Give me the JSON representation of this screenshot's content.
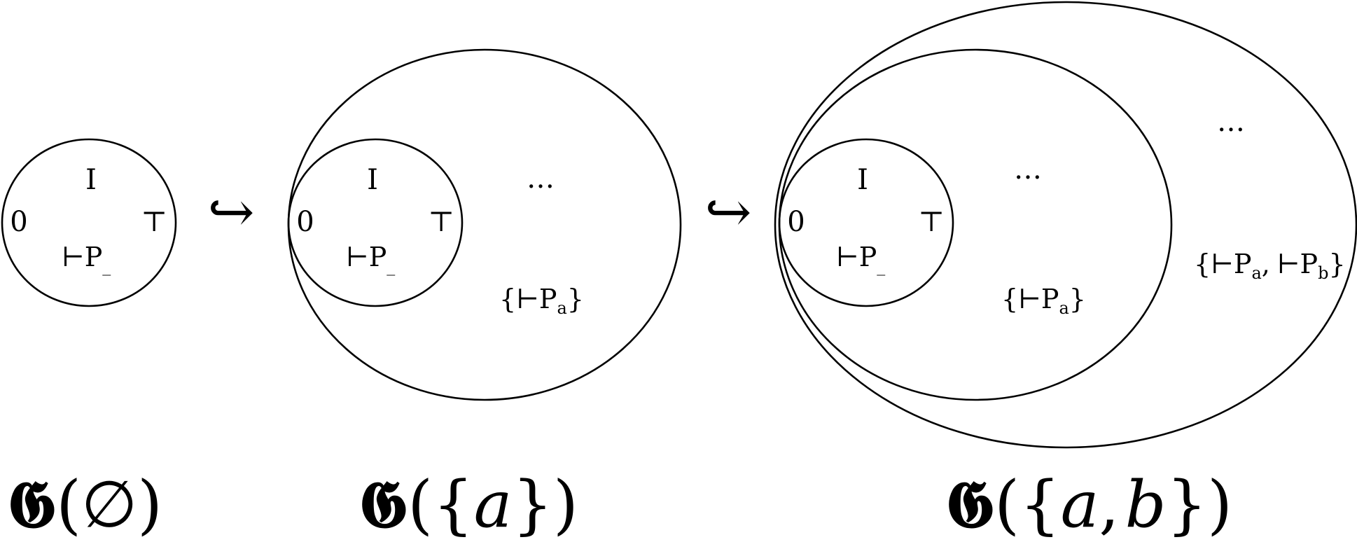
{
  "set_elements": {
    "one": "I",
    "zero": "0",
    "top": "⊤",
    "turnstile": "⊢",
    "pred": "P",
    "blank_sub": "_",
    "ellipsis": "…",
    "open_brace": "{",
    "close_brace": "}",
    "comma": ",",
    "sub_a": "a",
    "sub_b": "b"
  },
  "arrows": {
    "inclusion": "↪"
  },
  "captions": {
    "g_empty": {
      "symbol": "𝕲",
      "paren_open": "(",
      "arg": "∅",
      "paren_close": ")"
    },
    "g_a": {
      "symbol": "𝕲",
      "paren_open": "(",
      "arg_open": "{",
      "arg": "a",
      "arg_close": "}",
      "paren_close": ")"
    },
    "g_ab": {
      "symbol": "𝕲",
      "paren_open": "(",
      "arg_open": "{",
      "arg_a": "a",
      "arg_comma": ",",
      "arg_b": "b",
      "arg_close": "}",
      "paren_close": ")"
    }
  }
}
